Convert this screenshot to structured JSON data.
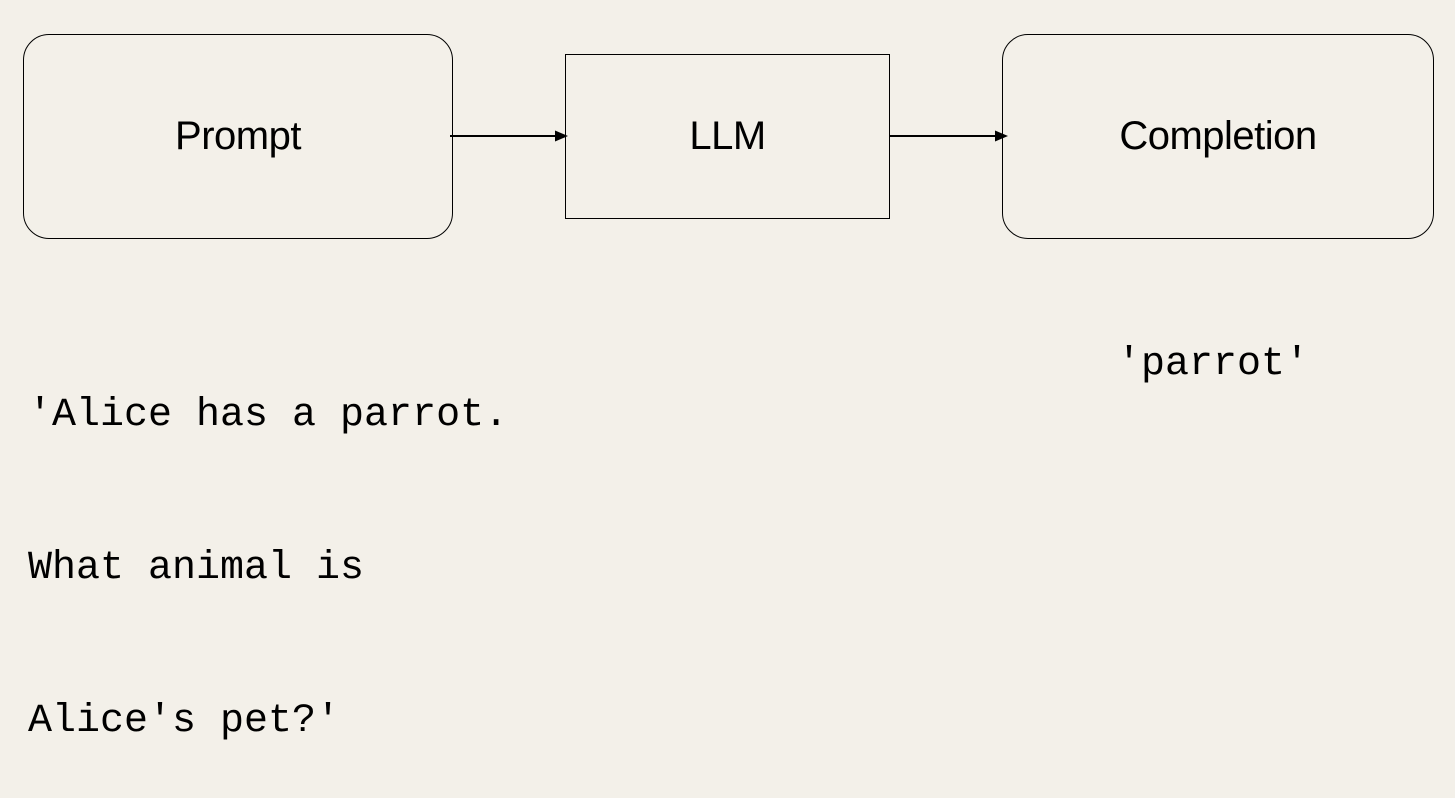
{
  "nodes": {
    "prompt": "Prompt",
    "llm": "LLM",
    "completion": "Completion"
  },
  "examples": {
    "prompt_lines": [
      "'Alice has a parrot.",
      "What animal is",
      "Alice's pet?'"
    ],
    "completion": "'parrot'"
  }
}
